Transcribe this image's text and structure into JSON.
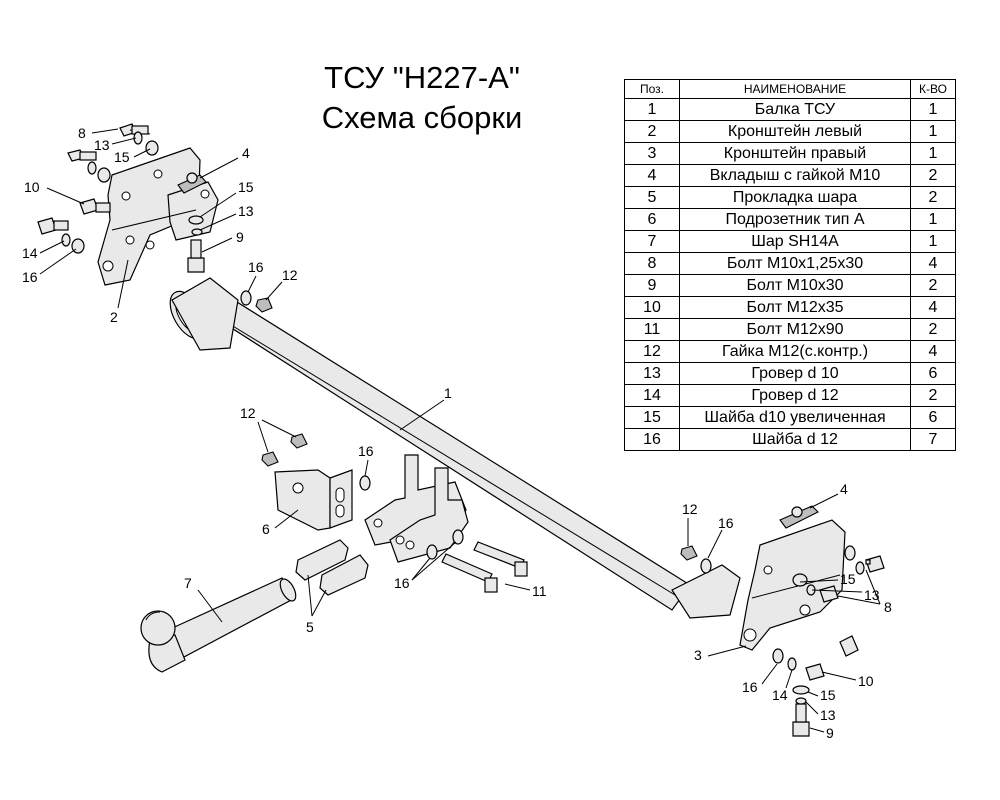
{
  "title_line1": "ТСУ \"H227-A\"",
  "title_line2": "Схема сборки",
  "table": {
    "headers": {
      "pos": "Поз.",
      "name": "НАИМЕНОВАНИЕ",
      "qty": "К-ВО"
    },
    "rows": [
      {
        "pos": "1",
        "name": "Балка ТСУ",
        "qty": "1"
      },
      {
        "pos": "2",
        "name": "Кронштейн левый",
        "qty": "1"
      },
      {
        "pos": "3",
        "name": "Кронштейн правый",
        "qty": "1"
      },
      {
        "pos": "4",
        "name": "Вкладыш с гайкой М10",
        "qty": "2"
      },
      {
        "pos": "5",
        "name": "Прокладка шара",
        "qty": "2"
      },
      {
        "pos": "6",
        "name": "Подрозетник тип А",
        "qty": "1"
      },
      {
        "pos": "7",
        "name": "Шар SH14A",
        "qty": "1"
      },
      {
        "pos": "8",
        "name": "Болт М10х1,25х30",
        "qty": "4"
      },
      {
        "pos": "9",
        "name": "Болт М10х30",
        "qty": "2"
      },
      {
        "pos": "10",
        "name": "Болт М12х35",
        "qty": "4"
      },
      {
        "pos": "11",
        "name": "Болт М12х90",
        "qty": "2"
      },
      {
        "pos": "12",
        "name": "Гайка М12(с.контр.)",
        "qty": "4"
      },
      {
        "pos": "13",
        "name": "Гровер d 10",
        "qty": "6"
      },
      {
        "pos": "14",
        "name": "Гровер d 12",
        "qty": "2"
      },
      {
        "pos": "15",
        "name": "Шайба d10 увеличенная",
        "qty": "6"
      },
      {
        "pos": "16",
        "name": "Шайба d 12",
        "qty": "7"
      }
    ]
  },
  "callouts": [
    "1",
    "2",
    "3",
    "4",
    "5",
    "6",
    "7",
    "8",
    "9",
    "10",
    "11",
    "12",
    "13",
    "14",
    "15",
    "16"
  ],
  "colors": {
    "part_fill": "#e9e9e9",
    "line": "#000000"
  }
}
